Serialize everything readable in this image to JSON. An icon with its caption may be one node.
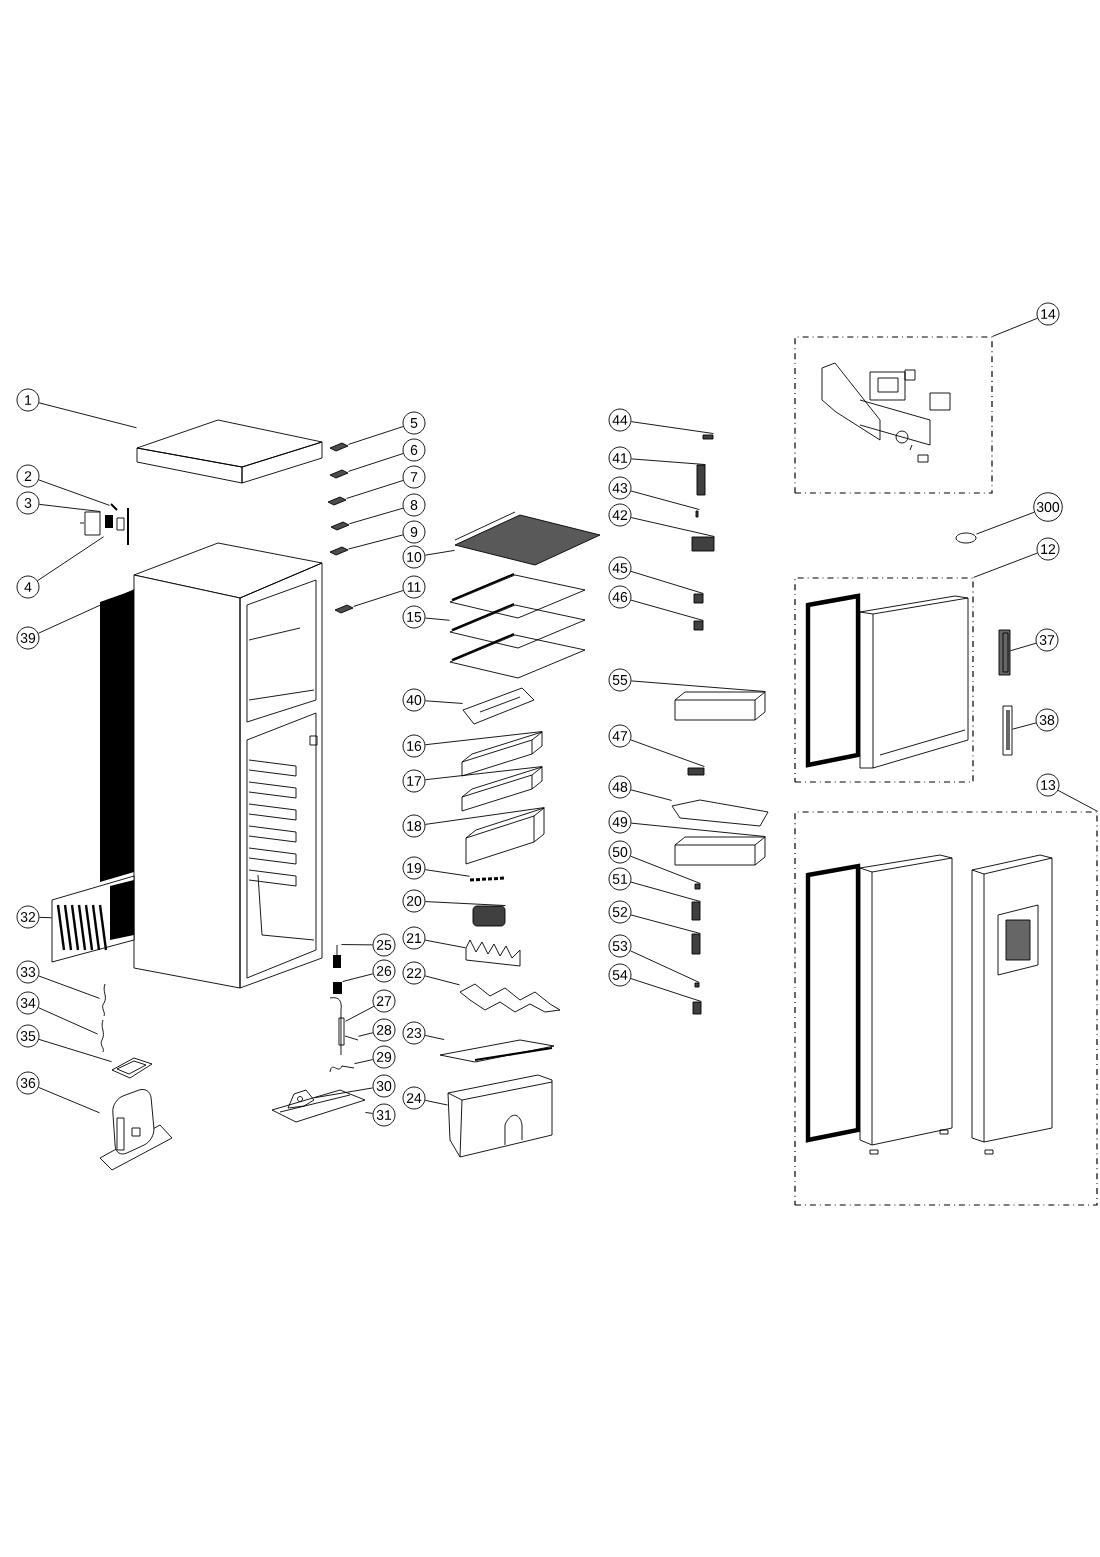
{
  "diagram": {
    "nodes": [
      {
        "text": [
          "1"
        ]
      },
      {
        "text": [
          "2"
        ]
      },
      {
        "text": [
          "3"
        ]
      },
      {
        "text": [
          "4"
        ]
      },
      {
        "text": [
          "39"
        ]
      },
      {
        "text": [
          "32"
        ]
      },
      {
        "text": [
          "33"
        ]
      },
      {
        "text": [
          "34"
        ]
      },
      {
        "text": [
          "35"
        ]
      },
      {
        "text": [
          "36"
        ]
      },
      {
        "text": [
          "5"
        ]
      },
      {
        "text": [
          "6"
        ]
      },
      {
        "text": [
          "7"
        ]
      },
      {
        "text": [
          "8"
        ]
      },
      {
        "text": [
          "9"
        ]
      },
      {
        "text": [
          "10"
        ]
      },
      {
        "text": [
          "11"
        ]
      },
      {
        "text": [
          "15"
        ]
      },
      {
        "text": [
          "40"
        ]
      },
      {
        "text": [
          "16"
        ]
      },
      {
        "text": [
          "17"
        ]
      },
      {
        "text": [
          "18"
        ]
      },
      {
        "text": [
          "19"
        ]
      },
      {
        "text": [
          "20"
        ]
      },
      {
        "text": [
          "21"
        ]
      },
      {
        "text": [
          "22"
        ]
      },
      {
        "text": [
          "23"
        ]
      },
      {
        "text": [
          "24"
        ]
      },
      {
        "text": [
          "25"
        ]
      },
      {
        "text": [
          "26"
        ]
      },
      {
        "text": [
          "27"
        ]
      },
      {
        "text": [
          "28"
        ]
      },
      {
        "text": [
          "29"
        ]
      },
      {
        "text": [
          "30"
        ]
      },
      {
        "text": [
          "31"
        ]
      },
      {
        "text": [
          "44"
        ]
      },
      {
        "text": [
          "41"
        ]
      },
      {
        "text": [
          "43"
        ]
      },
      {
        "text": [
          "42"
        ]
      },
      {
        "text": [
          "45"
        ]
      },
      {
        "text": [
          "46"
        ]
      },
      {
        "text": [
          "55"
        ]
      },
      {
        "text": [
          "47"
        ]
      },
      {
        "text": [
          "48"
        ]
      },
      {
        "text": [
          "49"
        ]
      },
      {
        "text": [
          "50"
        ]
      },
      {
        "text": [
          "51"
        ]
      },
      {
        "text": [
          "52"
        ]
      },
      {
        "text": [
          "53"
        ]
      },
      {
        "text": [
          "54"
        ]
      },
      {
        "text": [
          "14"
        ]
      },
      {
        "text": [
          "300"
        ]
      },
      {
        "text": [
          "12"
        ]
      },
      {
        "text": [
          "37"
        ]
      },
      {
        "text": [
          "38"
        ]
      },
      {
        "text": [
          "13"
        ]
      },
      {
        "text": [],
        "shape": "box"
      },
      {
        "text": [],
        "shape": "box"
      },
      {
        "text": [],
        "shape": "box"
      },
      {
        "text": [],
        "shape": "picture"
      },
      {
        "text": [],
        "shape": "picture"
      },
      {
        "text": [],
        "shape": "box"
      },
      {
        "text": [],
        "shape": "picture"
      },
      {
        "text": [],
        "shape": "box"
      },
      {
        "text": [],
        "shape": "picture"
      },
      {
        "text": [],
        "shape": "picture"
      },
      {
        "text": [],
        "shape": "picture"
      },
      {
        "text": [],
        "shape": "picture"
      },
      {
        "text": [],
        "shape": "picture"
      },
      {
        "text": [],
        "shape": "picture"
      },
      {
        "text": [],
        "shape": "picture"
      },
      {
        "text": [],
        "shape": "picture"
      },
      {
        "text": [],
        "shape": "picture"
      },
      {
        "text": [],
        "shape": "picture"
      },
      {
        "text": [],
        "shape": "picture"
      },
      {
        "text": [],
        "shape": "picture"
      },
      {
        "text": [],
        "shape": "picture"
      },
      {
        "text": [],
        "shape": "picture"
      },
      {
        "text": [],
        "shape": "box"
      },
      {
        "text": [],
        "shape": "box"
      },
      {
        "text": [],
        "shape": "box"
      },
      {
        "text": [],
        "shape": "picture"
      },
      {
        "text": [],
        "shape": "box"
      },
      {
        "text": [],
        "shape": "picture"
      },
      {
        "text": [],
        "shape": "picture"
      },
      {
        "text": [],
        "shape": "picture"
      },
      {
        "text": [],
        "shape": "picture"
      },
      {
        "text": [],
        "shape": "box"
      },
      {
        "text": [],
        "shape": "box"
      },
      {
        "text": [],
        "shape": "picture"
      },
      {
        "text": [],
        "shape": "picture"
      },
      {
        "text": [],
        "shape": "picture"
      },
      {
        "text": [],
        "shape": "picture"
      },
      {
        "text": [],
        "shape": "picture"
      },
      {
        "text": [],
        "shape": "box"
      },
      {
        "text": [],
        "shape": "box"
      },
      {
        "text": [],
        "shape": "box"
      },
      {
        "text": [],
        "shape": "box"
      },
      {
        "text": [],
        "shape": "box"
      },
      {
        "text": [],
        "shape": "box"
      },
      {
        "text": [],
        "shape": "box"
      },
      {
        "text": [],
        "shape": "box"
      },
      {
        "text": [],
        "shape": "picture"
      },
      {
        "text": [],
        "shape": "box"
      },
      {
        "text": [],
        "shape": "box"
      },
      {
        "text": [],
        "shape": "box"
      },
      {
        "text": [],
        "shape": "box"
      },
      {
        "text": [],
        "shape": "box"
      },
      {
        "text": [],
        "shape": "box"
      },
      {
        "text": [],
        "shape": "circle"
      },
      {
        "text": [],
        "shape": "picture"
      },
      {
        "text": [],
        "shape": "picture"
      }
    ],
    "edges": [
      {
        "from": 0,
        "to": 59,
        "arrow": "none"
      },
      {
        "from": 1,
        "to": 60,
        "arrow": "none"
      },
      {
        "from": 2,
        "to": 61,
        "arrow": "none"
      },
      {
        "from": 3,
        "to": 62,
        "arrow": "none"
      },
      {
        "from": 4,
        "to": 63,
        "arrow": "none"
      },
      {
        "from": 5,
        "to": 64,
        "arrow": "none"
      },
      {
        "from": 6,
        "to": 65,
        "arrow": "none"
      },
      {
        "from": 7,
        "to": 66,
        "arrow": "none"
      },
      {
        "from": 8,
        "to": 67,
        "arrow": "none"
      },
      {
        "from": 9,
        "to": 68,
        "arrow": "none"
      },
      {
        "from": 10,
        "to": 69,
        "arrow": "none"
      },
      {
        "from": 11,
        "to": 70,
        "arrow": "none"
      },
      {
        "from": 12,
        "to": 71,
        "arrow": "none"
      },
      {
        "from": 13,
        "to": 72,
        "arrow": "none"
      },
      {
        "from": 14,
        "to": 73,
        "arrow": "none"
      },
      {
        "from": 15,
        "to": 74,
        "arrow": "none"
      },
      {
        "from": 16,
        "to": 75,
        "arrow": "none"
      },
      {
        "from": 17,
        "to": 76,
        "arrow": "none"
      },
      {
        "from": 18,
        "to": 77,
        "arrow": "none"
      },
      {
        "from": 19,
        "to": 78,
        "arrow": "none"
      },
      {
        "from": 20,
        "to": 79,
        "arrow": "none"
      },
      {
        "from": 21,
        "to": 80,
        "arrow": "none"
      },
      {
        "from": 22,
        "to": 81,
        "arrow": "none"
      },
      {
        "from": 23,
        "to": 82,
        "arrow": "none"
      },
      {
        "from": 24,
        "to": 83,
        "arrow": "none"
      },
      {
        "from": 25,
        "to": 84,
        "arrow": "none"
      },
      {
        "from": 26,
        "to": 85,
        "arrow": "none"
      },
      {
        "from": 27,
        "to": 86,
        "arrow": "none"
      },
      {
        "from": 28,
        "to": 87,
        "arrow": "none"
      },
      {
        "from": 29,
        "to": 88,
        "arrow": "none"
      },
      {
        "from": 30,
        "to": 89,
        "arrow": "none"
      },
      {
        "from": 31,
        "to": 90,
        "arrow": "none"
      },
      {
        "from": 32,
        "to": 91,
        "arrow": "none"
      },
      {
        "from": 33,
        "to": 92,
        "arrow": "none"
      },
      {
        "from": 34,
        "to": 93,
        "arrow": "none"
      },
      {
        "from": 35,
        "to": 94,
        "arrow": "none"
      },
      {
        "from": 36,
        "to": 95,
        "arrow": "none"
      },
      {
        "from": 37,
        "to": 96,
        "arrow": "none"
      },
      {
        "from": 38,
        "to": 97,
        "arrow": "none"
      },
      {
        "from": 39,
        "to": 98,
        "arrow": "none"
      },
      {
        "from": 40,
        "to": 99,
        "arrow": "none"
      },
      {
        "from": 41,
        "to": 100,
        "arrow": "none"
      },
      {
        "from": 42,
        "to": 101,
        "arrow": "none"
      },
      {
        "from": 43,
        "to": 102,
        "arrow": "none"
      },
      {
        "from": 44,
        "to": 103,
        "arrow": "none"
      },
      {
        "from": 45,
        "to": 104,
        "arrow": "none"
      },
      {
        "from": 46,
        "to": 105,
        "arrow": "none"
      },
      {
        "from": 47,
        "to": 106,
        "arrow": "none"
      },
      {
        "from": 48,
        "to": 107,
        "arrow": "none"
      },
      {
        "from": 49,
        "to": 108,
        "arrow": "none"
      },
      {
        "from": 50,
        "to": 56,
        "arrow": "none"
      },
      {
        "from": 51,
        "to": 109,
        "arrow": "none"
      },
      {
        "from": 52,
        "to": 57,
        "arrow": "none"
      },
      {
        "from": 53,
        "to": 110,
        "arrow": "none"
      },
      {
        "from": 54,
        "to": 111,
        "arrow": "none"
      },
      {
        "from": 55,
        "to": 58,
        "arrow": "none"
      }
    ]
  }
}
